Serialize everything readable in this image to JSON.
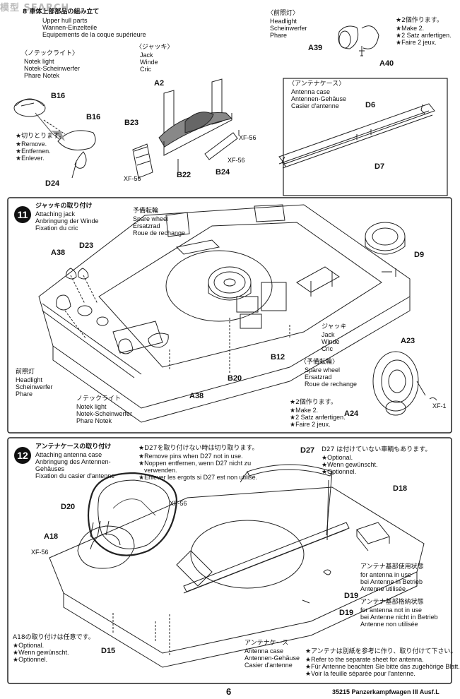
{
  "watermark": "模型 SEARCH",
  "section_top": {
    "hull": {
      "jp": "8 車体上部部品の組み立て",
      "en": "Upper hull parts",
      "de": "Wannen-Einzelteile",
      "fr": "Equipements de la coque supérieure"
    },
    "notek": {
      "jp": "〈ノテックライト〉",
      "en": "Notek light",
      "de": "Notek-Scheinwerfer",
      "fr": "Phare Notek"
    },
    "notek_note": {
      "jp": "★切りとります。",
      "en": "★Remove.",
      "de": "★Entfernen.",
      "fr": "★Enlever."
    },
    "jack": {
      "jp": "〈ジャッキ〉",
      "en": "Jack",
      "de": "Winde",
      "fr": "Cric"
    },
    "headlight": {
      "jp": "〈前照灯〉",
      "en": "Headlight",
      "de": "Scheinwerfer",
      "fr": "Phare"
    },
    "make2": {
      "jp": "★2個作ります。",
      "en": "★Make 2.",
      "de": "★2 Satz anfertigen.",
      "fr": "★Faire 2 jeux."
    },
    "antenna_case": {
      "jp": "〈アンテナケース〉",
      "en": "Antenna case",
      "de": "Antennen-Gehäuse",
      "fr": "Casier d'antenne"
    },
    "parts": {
      "B16a": "B16",
      "B16b": "B16",
      "D24": "D24",
      "A2": "A2",
      "B23": "B23",
      "B22": "B22",
      "B24": "B24",
      "XF56a": "XF-56",
      "XF56b": "XF-56",
      "XF56c": "XF-56",
      "A39": "A39",
      "A40": "A40",
      "D6": "D6",
      "D7": "D7"
    }
  },
  "step11": {
    "number": "11",
    "title": {
      "jp": "ジャッキの取り付け",
      "en": "Attaching jack",
      "de": "Anbringung der Winde",
      "fr": "Fixation du cric"
    },
    "spare_top": {
      "jp": "予備転輪",
      "en": "Spare wheel",
      "de": "Ersatzrad",
      "fr": "Roue de rechange"
    },
    "jack": {
      "jp": "ジャッキ",
      "en": "Jack",
      "de": "Winde",
      "fr": "Cric"
    },
    "headlight": {
      "jp": "前照灯",
      "en": "Headlight",
      "de": "Scheinwerfer",
      "fr": "Phare"
    },
    "notek": {
      "jp": "ノテックライト",
      "en": "Notek light",
      "de": "Notek-Scheinwerfer",
      "fr": "Phare Notek"
    },
    "spare_box": {
      "jp": "〈予備転輪〉",
      "en": "Spare wheel",
      "de": "Ersatzrad",
      "fr": "Roue de rechange"
    },
    "make2": {
      "jp": "★2個作ります。",
      "en": "★Make 2.",
      "de": "★2 Satz anfertigen.",
      "fr": "★Faire 2 jeux."
    },
    "parts": {
      "A38a": "A38",
      "D23": "D23",
      "D9": "D9",
      "B12": "B12",
      "B20": "B20",
      "A38b": "A38",
      "A23": "A23",
      "A24": "A24",
      "XF1": "XF-1"
    }
  },
  "step12": {
    "number": "12",
    "title": {
      "jp": "アンテナケースの取り付け",
      "en": "Attaching antenna case",
      "de": "Anbringung des Antennen-",
      "de2": "Gehäuses",
      "fr": "Fixation du casier d'antenne"
    },
    "d27_note": {
      "jp": "★D27を取り付けない時は切り取ります。",
      "en": "★Remove pins when D27 not in use.",
      "de": "★Noppen entfernen, wenn D27 nicht zu",
      "de2": "verwenden.",
      "fr": "★Enlever les ergots si D27 est non utilisé."
    },
    "optional_top": {
      "jp": "D27 は付けていない車輌もあります。",
      "en": "★Optional.",
      "de": "★Wenn gewünscht.",
      "fr": "★Optionnel."
    },
    "antenna_use": {
      "jp": "アンテナ基部使用状態",
      "en": "for antenna in use",
      "de": "bei Antenne in Betrieb",
      "fr": "Antenne utilisée"
    },
    "antenna_notuse": {
      "jp": "アンテナ基部格納状態",
      "en": "for antenna not in use",
      "de": "bei Antenne nicht in Betrieb",
      "fr": "Antenne non utilisée"
    },
    "a18_note": {
      "jp": "A18の取り付けは任意です。",
      "en": "★Optional.",
      "de": "★Wenn gewünscht.",
      "fr": "★Optionnel."
    },
    "antenna_case": {
      "jp": "アンテナケース",
      "en": "Antenna case",
      "de": "Antennen-Gehäuse",
      "fr": "Casier d'antenne"
    },
    "sheet_note": {
      "jp": "★アンテナは別紙を参考に作り、取り付けて下さい。",
      "en": "★Refer to the separate sheet for antenna.",
      "de": "★Für Antenne beachten Sie bitte das zugehörige Blatt.",
      "fr": "★Voir la feuille séparée pour l'antenne."
    },
    "parts": {
      "D27": "D27",
      "D20": "D20",
      "XF56a": "XF-56",
      "A18": "A18",
      "XF56b": "XF-56",
      "D18": "D18",
      "D19a": "D19",
      "D19b": "D19",
      "D15": "D15"
    }
  },
  "footer": {
    "page": "6",
    "model": "35215 Panzerkampfwagen III Ausf.L"
  }
}
